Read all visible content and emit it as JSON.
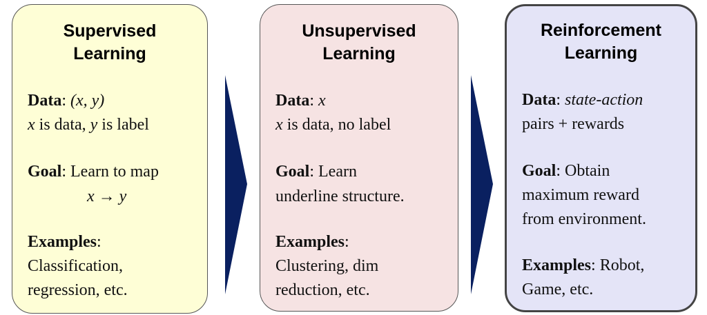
{
  "colors": {
    "supervised": "#fefed6",
    "unsupervised": "#f6e3e3",
    "reinforcement": "#e4e4f7",
    "arrow": "#0a2060"
  },
  "supervised": {
    "title_1": "Supervised",
    "title_2": "Learning",
    "data_label": "Data",
    "data_value": "(x, y)",
    "data_line2_a": "x",
    "data_line2_b": " is data, ",
    "data_line2_c": "y",
    "data_line2_d": " is label",
    "goal_label": "Goal",
    "goal_value": "Learn to map",
    "goal_line2": "x → y",
    "examples_label": "Examples",
    "examples_line1": "Classification,",
    "examples_line2": "regression, etc."
  },
  "unsupervised": {
    "title_1": "Unsupervised",
    "title_2": "Learning",
    "data_label": "Data",
    "data_value": "x",
    "data_line2_a": "x",
    "data_line2_b": " is data, no label",
    "goal_label": "Goal",
    "goal_value": "Learn",
    "goal_line2": "underline structure.",
    "examples_label": "Examples",
    "examples_line1": "Clustering, dim",
    "examples_line2": "reduction, etc."
  },
  "reinforcement": {
    "title_1": "Reinforcement",
    "title_2": "Learning",
    "data_label": "Data",
    "data_value": "state-action",
    "data_line2": "pairs + rewards",
    "goal_label": "Goal",
    "goal_value": "Obtain",
    "goal_line2": "maximum reward",
    "goal_line3": "from environment.",
    "examples_label": "Examples",
    "examples_value": "Robot,",
    "examples_line2": "Game, etc."
  }
}
